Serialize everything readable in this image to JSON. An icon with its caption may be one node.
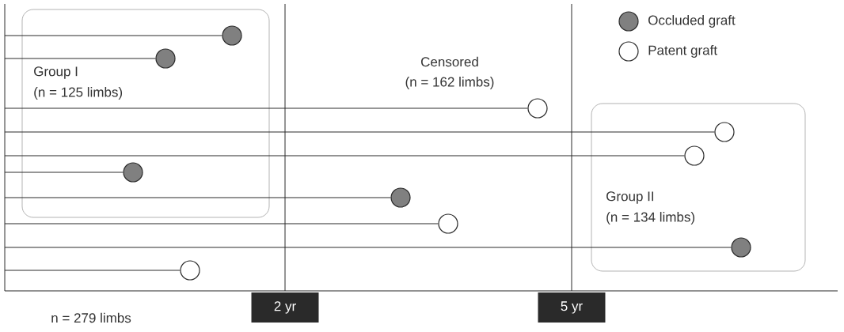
{
  "diagram": {
    "nodes": [
      {
        "text": [
          "Group I",
          "(n = 125 limbs)"
        ]
      },
      {
        "text": [],
        "shape": "dot",
        "in": 0
      },
      {
        "text": [],
        "shape": "dot",
        "in": 0
      },
      {
        "text": [],
        "shape": "circle"
      },
      {
        "text": [
          "Group II",
          "(n = 134 limbs)"
        ]
      },
      {
        "text": [],
        "shape": "circle",
        "in": 4
      },
      {
        "text": [],
        "shape": "circle",
        "in": 4
      },
      {
        "text": [],
        "shape": "dot",
        "in": 0
      },
      {
        "text": [],
        "shape": "dot"
      },
      {
        "text": [],
        "shape": "circle"
      },
      {
        "text": [],
        "shape": "dot",
        "in": 4
      },
      {
        "text": [],
        "shape": "circle"
      }
    ],
    "edges": [
      {
        "from": null,
        "to": 1,
        "arrow": "none"
      },
      {
        "from": null,
        "to": 2,
        "arrow": "none"
      },
      {
        "from": null,
        "to": 3,
        "arrow": "none"
      },
      {
        "from": null,
        "to": 5,
        "arrow": "none"
      },
      {
        "from": null,
        "to": 6,
        "arrow": "none"
      },
      {
        "from": null,
        "to": 7,
        "arrow": "none"
      },
      {
        "from": null,
        "to": 8,
        "arrow": "none"
      },
      {
        "from": null,
        "to": 9,
        "arrow": "none"
      },
      {
        "from": null,
        "to": 10,
        "arrow": "none"
      },
      {
        "from": null,
        "to": 11,
        "arrow": "none"
      }
    ],
    "labels": [
      "Censored",
      "(n = 162 limbs)",
      "2 yr",
      "5 yr",
      "n = 279 limbs"
    ],
    "legend": [
      {
        "text": "Occluded graft",
        "color": "#808080"
      },
      {
        "text": "Patent graft"
      }
    ]
  }
}
